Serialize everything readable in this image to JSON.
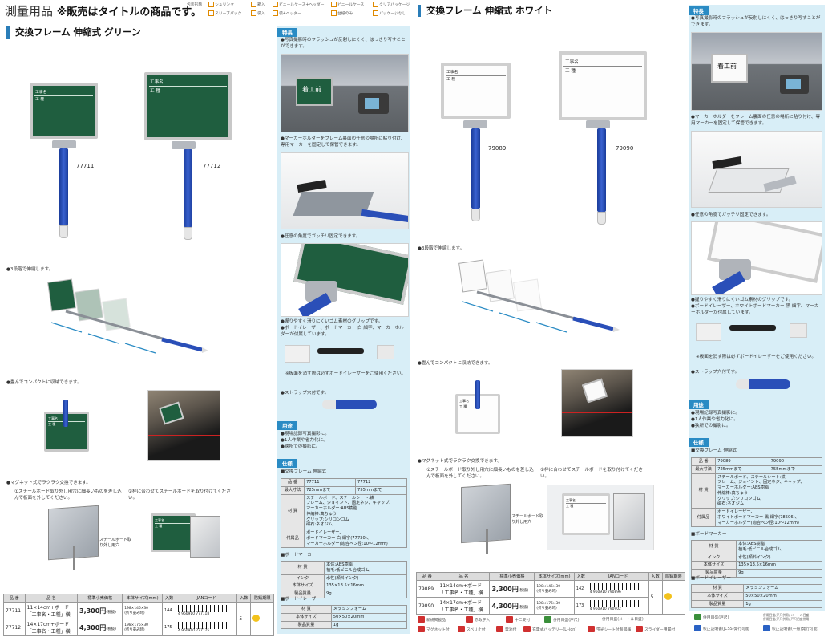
{
  "header": {
    "category": "測量用品",
    "note": "※販売はタイトルの商品です。"
  },
  "legend": [
    "包装形態",
    "シュリンク",
    "箱入",
    "ビニールケース+ヘッダー",
    "ビニールケース",
    "クリアパッケージ",
    "スリーブパック",
    "袋入",
    "袋+ヘッダー",
    "台紙のみ",
    "パッケージなし"
  ],
  "green": {
    "title": "交換フレーム 伸縮式 グリーン",
    "board_labels": {
      "name": "工事名",
      "type": "工 種"
    },
    "codes": [
      "77711",
      "77712"
    ],
    "captions": [
      "●3段階で伸縮します。",
      "●畳んでコンパクトに収納できます。",
      "●マグネット式でラクラク交換できます。"
    ],
    "steps": [
      "①スチールボード取り外し用穴に細長いものを差し込んで板面を外してください。",
      "②枠に合わせてスチールボードを取り付けてください。"
    ],
    "callout": "スチールボード取り外し用穴",
    "features_head": "特長",
    "features": [
      "●写真撮影時のフラッシュが反射しにくく、はっきり写すことができます。",
      "●マーカーホルダーをフレーム裏面の任意の場所に貼り付け、専用マーカーを固定して保管できます。",
      "●任意の角度でガッチリ固定できます。",
      "●握りやすく滑りにくいゴム素材のグリップです。",
      "●ボードイレーザー、ボードマーカー 白 細字、マーカーホルダーが付属しています。",
      "※板面を消す際は必ずボードイレーザーをご使用ください。",
      "●ストラップ穴付です。"
    ],
    "board_text": "着工前",
    "use_head": "用途",
    "uses": [
      "●現場記録写真撮影に。",
      "●1人作業や省力化に。",
      "●狭所での撮影に。"
    ],
    "spec_head": "仕様",
    "spec_title": "■交換フレーム 伸縮式",
    "spec_rows": [
      [
        "品 番",
        "77711",
        "77712"
      ],
      [
        "最大寸法",
        "725mmまで",
        "755mmまで"
      ]
    ],
    "spec_material_label": "材 質",
    "spec_material": [
      "スチールボード、スチールシート:鉄",
      "フレーム、ジョイント、固定ネジ、キャップ、",
      "マーカーホルダー:ABS樹脂",
      "伸縮棒:真ちゅう",
      "グリップ:シリコンゴム",
      "磁石:ネオジム"
    ],
    "spec_acc_label": "付属品",
    "spec_acc": [
      "ボードイレーザー、",
      "ボードマーカー 白 細字(77730)、",
      "マーカーホルダー(適合ペン径:10～12mm)"
    ],
    "marker_title": "■ボードマーカー",
    "marker_rows": [
      [
        "材 質",
        "本体:ABS樹脂",
        "植毛:低ビニル合成ゴム"
      ],
      [
        "インク",
        "水性(顔料インク)",
        ""
      ],
      [
        "本体サイズ",
        "135×13.5×16mm",
        ""
      ],
      [
        "製品質量",
        "9g",
        ""
      ]
    ],
    "eraser_title": "■ボードイレーザー",
    "eraser_rows": [
      [
        "材 質",
        "メラミンフォーム"
      ],
      [
        "本体サイズ",
        "50×50×20mm"
      ],
      [
        "製品質量",
        "1g"
      ]
    ]
  },
  "white": {
    "title": "交換フレーム 伸縮式 ホワイト",
    "codes": [
      "79089",
      "79090"
    ],
    "captions": [
      "●3段階で伸縮します。",
      "●畳んでコンパクトに収納できます。",
      "●マグネット式でラクラク交換できます。"
    ],
    "steps": [
      "①スチールボード取り外し用穴に細長いものを差し込んで板面を外してください。",
      "②枠に合わせてスチールボードを取り付けてください。"
    ],
    "callout": "スチールボード取り外し用穴",
    "features": [
      "●写真撮影時のフラッシュが反射しにくく、はっきり写すことができます。",
      "●マーカーホルダーをフレーム裏面の任意の場所に貼り付け、専用マーカーを固定して保管できます。",
      "●任意の角度でガッチリ固定できます。",
      "●握りやすく滑りにくいゴム素材のグリップです。",
      "●ボードイレーザー、ホワイトボードマーカー 黒 細字、マーカーホルダーが付属しています。",
      "※板面を消す際は必ずボードイレーザーをご使用ください。",
      "●ストラップ穴付です。"
    ],
    "board_text": "着工前",
    "uses": [
      "●現場記録写真撮影に。",
      "●1人作業や省力化に。",
      "●狭所での撮影に。"
    ],
    "spec_rows": [
      [
        "品 番",
        "79089",
        "79090"
      ],
      [
        "最大寸法",
        "725mmまで",
        "755mmまで"
      ]
    ],
    "spec_material": [
      "スチールボード、スチールシート:鉄",
      "フレーム、ジョイント、固定ネジ、キャップ、",
      "マーカーホルダー:ABS樹脂",
      "伸縮棒:真ちゅう",
      "グリップ:シリコンゴム",
      "磁石:ネオジム"
    ],
    "spec_acc": [
      "ボードイレーザー、",
      "ホワイトボードマーカー 黒 細字(78506)、",
      "マーカーホルダー(適合ペン径:10～12mm)"
    ],
    "marker_rows": [
      [
        "材 質",
        "本体:ABS樹脂",
        "植毛:低ビニル合成ゴム"
      ],
      [
        "インク",
        "水性(顔料インク)",
        ""
      ],
      [
        "本体サイズ",
        "135×13.5×16mm",
        ""
      ],
      [
        "製品質量",
        "9g",
        ""
      ]
    ],
    "eraser_rows": [
      [
        "材 質",
        "メラミンフォーム"
      ],
      [
        "本体サイズ",
        "50×50×20mm"
      ],
      [
        "製品質量",
        "1g"
      ]
    ]
  },
  "table_headers": [
    "品 番",
    "品 名",
    "標準小売価格",
    "本体サイズ(mm)",
    "入数",
    "JANコード",
    "入数",
    "防錆期限"
  ],
  "green_rows": [
    {
      "code": "77711",
      "name1": "11×14cm+ボード",
      "name2": "「工事名・工種」横",
      "price": "3,300円",
      "tax": "(税抜)",
      "size1": "198×146×30",
      "size2": "(折り畳み時)",
      "qty": "144",
      "jan": "4 960910 777118",
      "pack": "5"
    },
    {
      "code": "77712",
      "name1": "14×17cm+ボード",
      "name2": "「工事名・工種」横",
      "price": "4,300円",
      "tax": "(税抜)",
      "size1": "198×176×30",
      "size2": "(折り畳み時)",
      "qty": "175",
      "jan": "4 960910 777125",
      "pack": ""
    }
  ],
  "white_rows": [
    {
      "code": "79089",
      "name1": "11×14cm+ボード",
      "name2": "「工事名・工種」横",
      "price": "3,300円",
      "tax": "(税抜)",
      "size1": "198×146×30",
      "size2": "(折り畳み時)",
      "qty": "142",
      "jan": "4 960910 790896",
      "pack": "5"
    },
    {
      "code": "79090",
      "name1": "14×17cm+ボード",
      "name2": "「工事名・工種」横",
      "price": "4,300円",
      "tax": "(税抜)",
      "size1": "198×176×30",
      "size2": "(折り畳み時)",
      "qty": "173",
      "jan": "4 960910 790902",
      "pack": ""
    }
  ],
  "footer_icons": [
    "新規掲載品",
    "赤数字入",
    "十二支付",
    "マグネット付",
    "スベリ止付",
    "電池付",
    "充電式バッテリー(Li-ion)",
    "蛍光シート付製図器",
    "スライダー用漏付"
  ],
  "footer_right": [
    "併用目盛(戸尺)",
    "併用目盛(メートル目盛)",
    "校正証明書(JCSS)発行可能",
    "校正証明書(一般)発行可能"
  ],
  "footer_notes": [
    "併用目盛(戸尺併用) メートル目盛",
    "併用目盛(戸尺併用) 戸尺目盛併用"
  ]
}
